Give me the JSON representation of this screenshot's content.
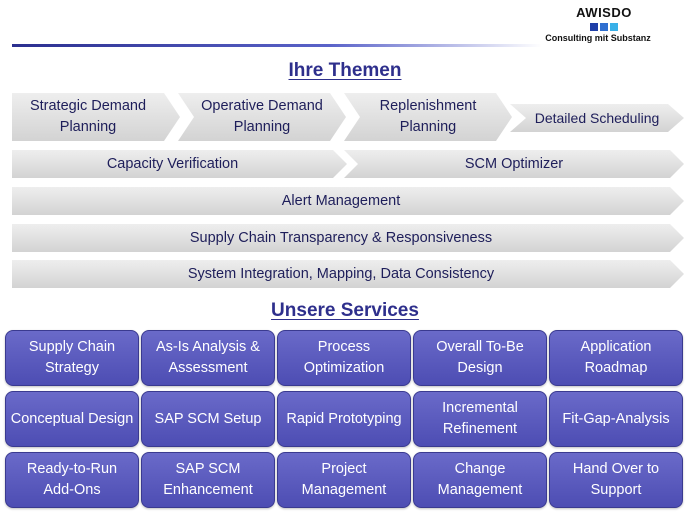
{
  "logo": {
    "name": "AWISDO",
    "tagline": "Consulting mit Substanz",
    "colors": [
      "#1f3fa8",
      "#2f6fd0",
      "#39b0e8"
    ]
  },
  "themen": {
    "title": "Ihre Themen",
    "chevrons": [
      "Strategic Demand Planning",
      "Operative Demand Planning",
      "Replenishment Planning",
      "Detailed Scheduling"
    ],
    "row2": [
      "Capacity Verification",
      "SCM Optimizer"
    ],
    "bars": [
      "Alert Management",
      "Supply Chain Transparency & Responsiveness",
      "System Integration, Mapping, Data Consistency"
    ]
  },
  "services": {
    "title": "Unsere Services",
    "items": [
      "Supply Chain Strategy",
      "As-Is Analysis & Assessment",
      "Process Optimization",
      "Overall To-Be Design",
      "Application Roadmap",
      "Conceptual Design",
      "SAP SCM Setup",
      "Rapid Prototyping",
      "Incremental Refinement",
      "Fit-Gap-Analysis",
      "Ready-to-Run Add-Ons",
      "SAP SCM Enhancement",
      "Project Management",
      "Change Management",
      "Hand Over to Support"
    ]
  }
}
